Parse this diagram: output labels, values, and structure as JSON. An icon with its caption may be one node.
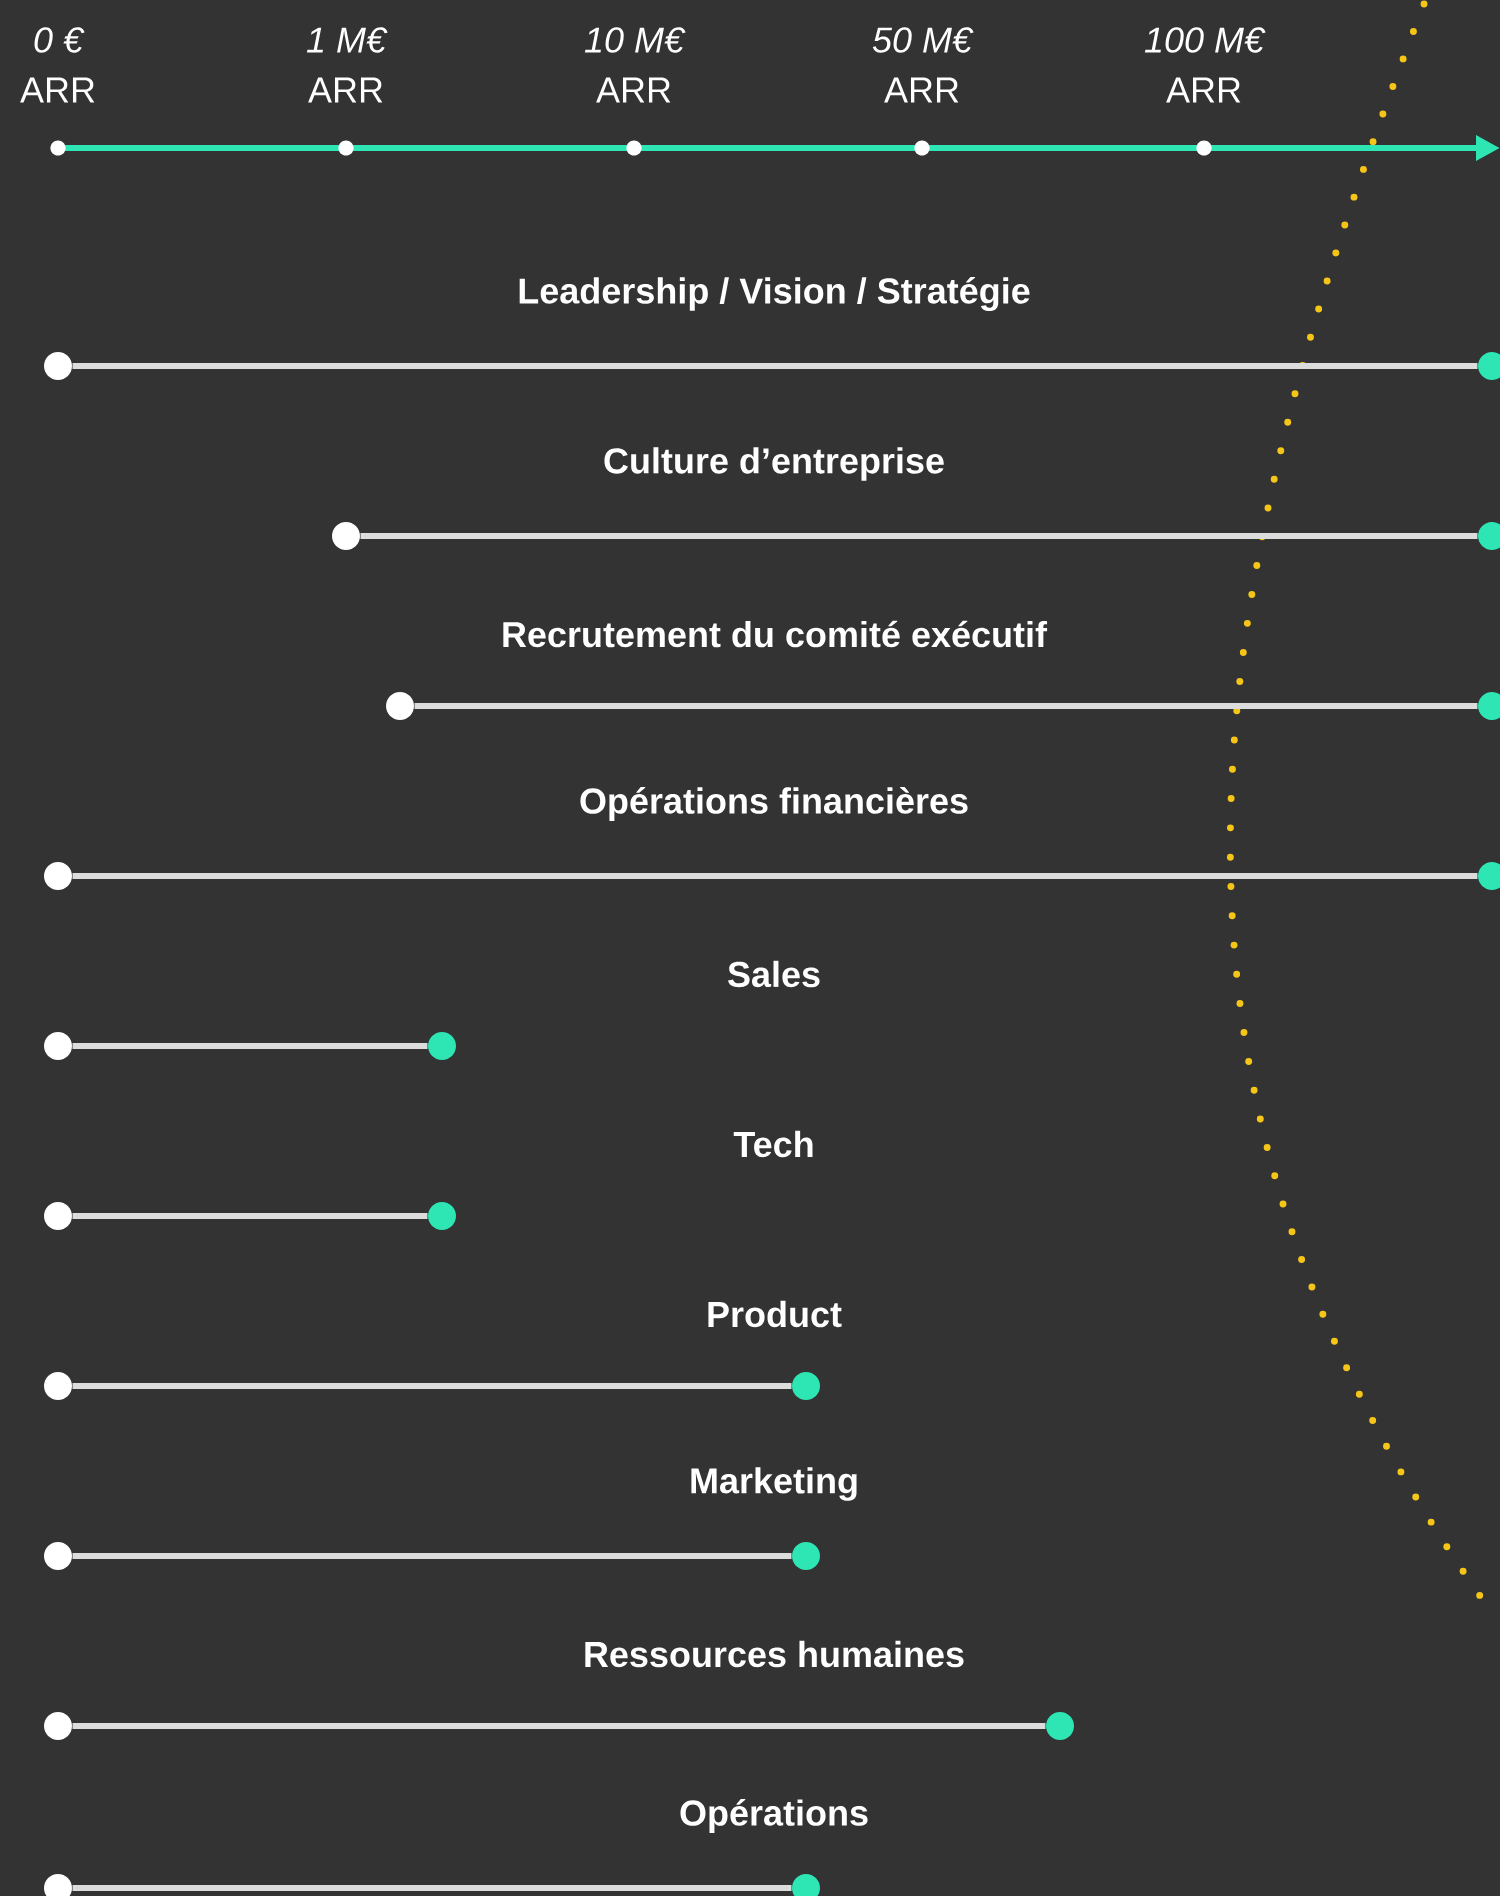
{
  "diagram": {
    "nodes": [
      {
        "text": [],
        "shape": "circle"
      },
      {
        "text": [],
        "shape": "circle"
      },
      {
        "text": [],
        "shape": "circle"
      },
      {
        "text": [],
        "shape": "circle"
      },
      {
        "text": [],
        "shape": "circle"
      },
      {
        "text": [],
        "shape": "circle"
      },
      {
        "text": [],
        "shape": "circle"
      },
      {
        "text": [],
        "shape": "circle"
      },
      {
        "text": [],
        "shape": "circle"
      },
      {
        "text": [],
        "shape": "circle"
      },
      {
        "text": [],
        "shape": "circle"
      },
      {
        "text": [],
        "shape": "circle"
      },
      {
        "text": [],
        "shape": "circle"
      },
      {
        "text": [],
        "shape": "circle"
      },
      {
        "text": [],
        "shape": "circle"
      },
      {
        "text": [],
        "shape": "circle"
      },
      {
        "text": [],
        "shape": "circle"
      },
      {
        "text": [],
        "shape": "circle"
      },
      {
        "text": [],
        "shape": "circle"
      },
      {
        "text": [],
        "shape": "circle"
      }
    ],
    "edges": [
      {
        "from": 0,
        "to": 1,
        "arrow": "none"
      },
      {
        "from": 2,
        "to": 3,
        "arrow": "none"
      },
      {
        "from": 4,
        "to": 5,
        "arrow": "none"
      },
      {
        "from": 6,
        "to": 7,
        "arrow": "none"
      },
      {
        "from": 8,
        "to": 9,
        "arrow": "none"
      },
      {
        "from": 10,
        "to": 11,
        "arrow": "none"
      },
      {
        "from": 12,
        "to": 13,
        "arrow": "none"
      },
      {
        "from": 14,
        "to": 15,
        "arrow": "none"
      },
      {
        "from": 16,
        "to": 17,
        "arrow": "none"
      },
      {
        "from": 18,
        "to": 19,
        "arrow": "none"
      }
    ],
    "labels": [
      "0 €",
      "1 M€",
      "10 M€",
      "50 M€",
      "100 M€",
      "ARR",
      "ARR",
      "ARR",
      "ARR",
      "ARR",
      "Leadership / Vision / Stratégie",
      "Culture d’entreprise",
      "Recrutement du comité exécutif",
      "Opérations financières",
      "Sales",
      "Tech",
      "Product",
      "Marketing",
      "Ressources humaines",
      "Opérations"
    ]
  }
}
